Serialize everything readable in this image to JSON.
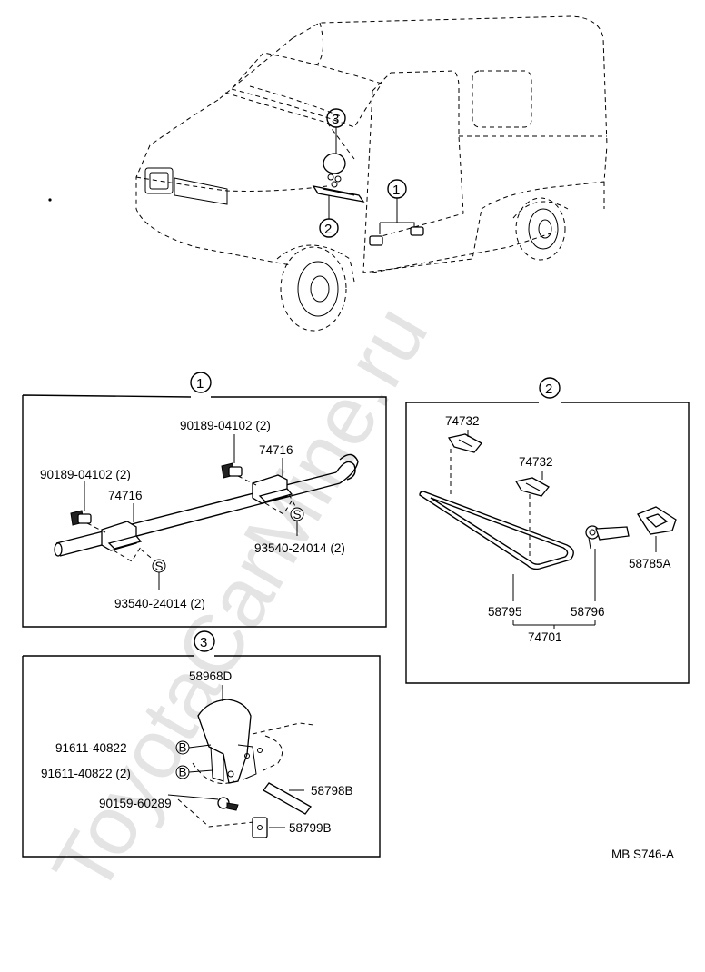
{
  "watermark": "ToyotaCarMine.ru",
  "figure_code": "MB S746-A",
  "callouts": {
    "c1": "1",
    "c2": "2",
    "c3": "3"
  },
  "section1": {
    "bolt_left": "90189-04102 (2)",
    "bolt_right": "90189-04102 (2)",
    "clamp_left": "74716",
    "clamp_right": "74716",
    "screw_right": "93540-24014 (2)",
    "screw_left": "93540-24014 (2)",
    "screw_marker": "S"
  },
  "section2": {
    "clip_a": "74732",
    "clip_b": "74732",
    "handle": "58785A",
    "mat": "58795",
    "hinge": "58796",
    "assembly": "74701"
  },
  "section3": {
    "bracket": "58968D",
    "bolt_a": "91611-40822",
    "bolt_b": "91611-40822 (2)",
    "bolt_marker": "B",
    "screw": "90159-60289",
    "strap": "58798B",
    "clip": "58799B"
  }
}
